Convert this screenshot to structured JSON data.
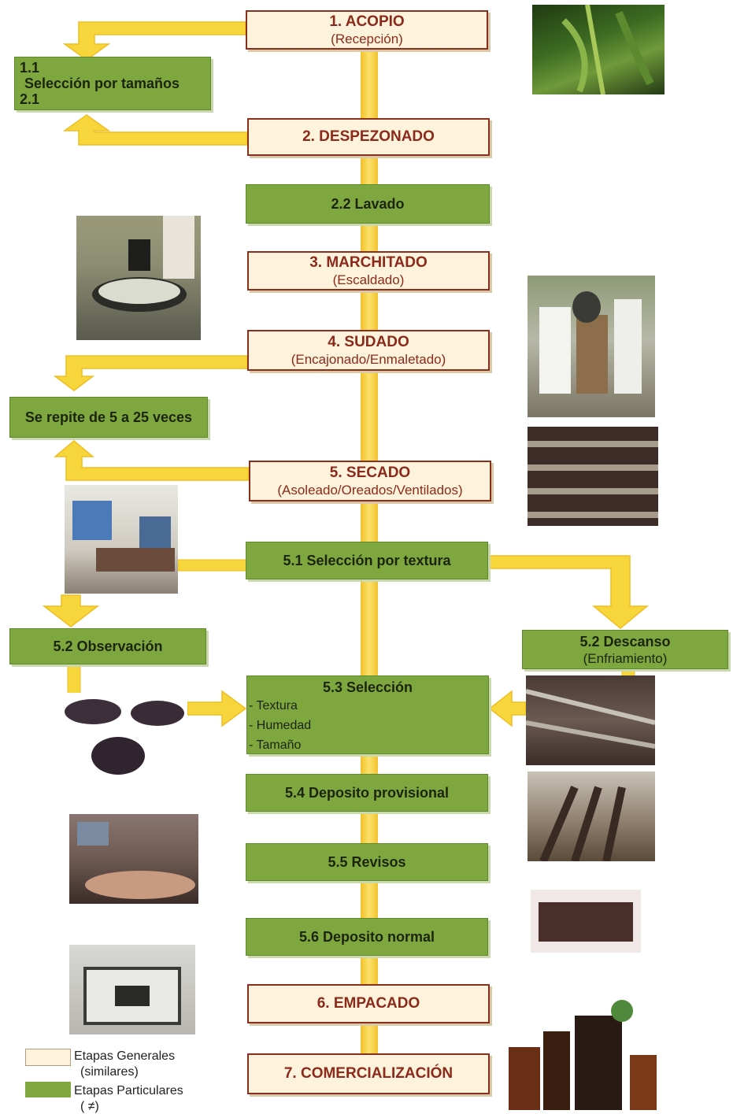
{
  "general_steps": {
    "acopio": {
      "title": "1. ACOPIO",
      "sub": "(Recepción)"
    },
    "despezonado": {
      "title": "2. DESPEZONADO"
    },
    "marchitado": {
      "title": "3. MARCHITADO",
      "sub": "(Escaldado)"
    },
    "sudado": {
      "title": "4. SUDADO",
      "sub": "(Encajonado/Enmaletado)"
    },
    "secado": {
      "title": "5. SECADO",
      "sub": "(Asoleado/Oreados/Ventilados)"
    },
    "empacado": {
      "title": "6. EMPACADO"
    },
    "comercializacion": {
      "title": "7. COMERCIALIZACIÓN"
    }
  },
  "particular_steps": {
    "seleccion_tamanos": {
      "line1": "1.1",
      "line2": "Selección por  tamaños",
      "line3": "2.1"
    },
    "lavado": {
      "title": "2.2 Lavado"
    },
    "repite": {
      "title": "Se repite de 5 a 25  veces"
    },
    "seleccion_textura": {
      "title": "5.1  Selección por textura"
    },
    "observacion": {
      "title": "5.2 Observación"
    },
    "descanso": {
      "title": "5.2 Descanso",
      "sub": "(Enfriamiento)"
    },
    "seleccion": {
      "title": "5.3  Selección",
      "items": [
        "- Textura",
        "- Humedad",
        "- Tamaño"
      ]
    },
    "deposito_provisional": {
      "title": "5.4 Deposito provisional"
    },
    "revisos": {
      "title": "5.5 Revisos"
    },
    "deposito_normal": {
      "title": "5.6 Deposito normal"
    }
  },
  "legend": {
    "general": {
      "line1": "Etapas Generales",
      "line2": "(similares)"
    },
    "particular": {
      "line1": "Etapas Particulares",
      "line2": "( ≠)"
    }
  },
  "photos": [
    "vanilla-plant-photo",
    "boiling-pot-photo",
    "workers-sweating-photo",
    "drying-racks-photo",
    "sorting-workers-photo",
    "vanilla-bundles-photo",
    "resting-pods-photo",
    "storage-rows-photo",
    "hand-inspection-photo",
    "packed-bundle-photo",
    "vacuum-packing-photo",
    "products-bottles-photo"
  ],
  "colors": {
    "general_fill": "#fdf3dc",
    "general_border": "#8b2f1c",
    "particular_fill": "#7ea83f",
    "arrow": "#f6d23a",
    "arrow_edge": "#f3c128",
    "text_general": "#8b2a1a"
  }
}
